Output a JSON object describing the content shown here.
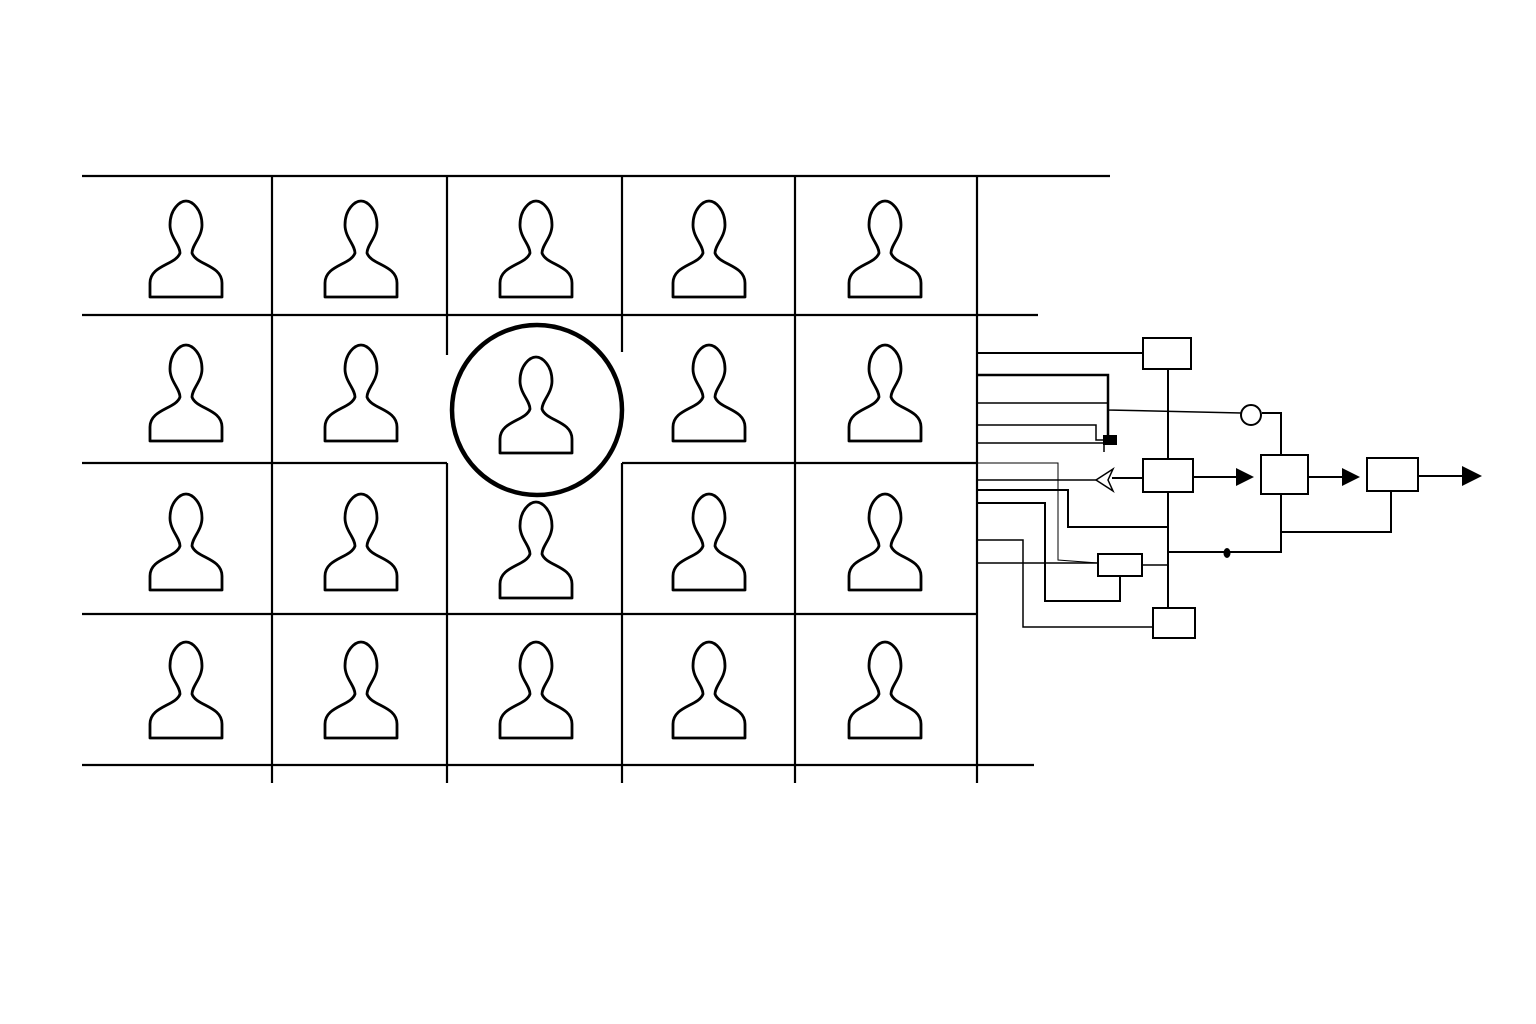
{
  "diagram": {
    "grid": {
      "rows": 4,
      "cols": 5,
      "highlighted": {
        "row": 1,
        "col": 2
      }
    },
    "icons": {
      "cell": "person-icon",
      "highlight": "highlight-circle"
    },
    "colors": {
      "stroke": "#000000",
      "background": "#ffffff"
    }
  }
}
